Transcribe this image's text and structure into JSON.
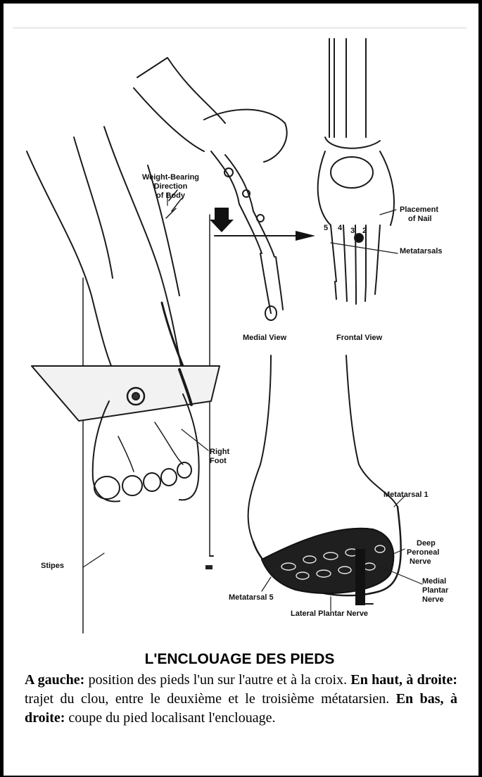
{
  "labels": {
    "weight_bearing": "Weight-Bearing",
    "direction": "Direction",
    "of_body": "of Body",
    "placement": "Placement",
    "of_nail": "of Nail",
    "metatarsals": "Metatarsals",
    "medial_view": "Medial View",
    "frontal_view": "Frontal View",
    "right": "Right",
    "foot": "Foot",
    "stipes": "Stipes",
    "metatarsal_1": "Metatarsal 1",
    "deep": "Deep",
    "peroneal": "Peroneal",
    "nerve": "Nerve",
    "medial": "Medial",
    "plantar": "Plantar",
    "nerve2": "Nerve",
    "metatarsal_5": "Metatarsal 5",
    "lateral_plantar_nerve": "Lateral Plantar Nerve",
    "num_5": "5",
    "num_4": "4",
    "num_3": "3",
    "num_2": "2"
  },
  "caption": {
    "title": "L'ENCLOUAGE DES PIEDS",
    "s1_bold": "A gauche:",
    "s1_text": " position des pieds l'un sur l'autre et à la croix. ",
    "s2_bold": "En haut, à droite:",
    "s2_text": " trajet du clou, entre le deuxième et le troisième métatarsien. ",
    "s3_bold": "En bas, à droite:",
    "s3_text": " coupe du pied localisant l'enclouage."
  }
}
